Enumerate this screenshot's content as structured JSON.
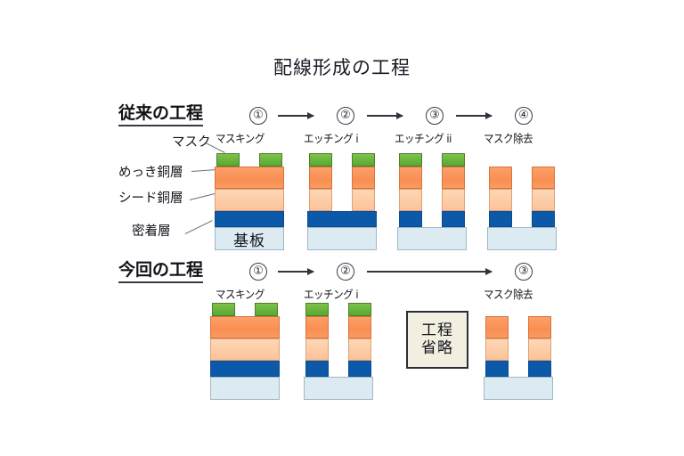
{
  "title": "配線形成の工程",
  "layer_labels": [
    {
      "name": "mask-label",
      "text": "マスク"
    },
    {
      "name": "plated-copper-label",
      "text": "めっき銅層"
    },
    {
      "name": "seed-copper-label",
      "text": "シード銅層"
    },
    {
      "name": "adhesion-label",
      "text": "密着層"
    }
  ],
  "substrate_label": "基板",
  "omit_box": {
    "line1": "工程",
    "line2": "省略"
  },
  "rows": [
    {
      "heading": "従来の工程",
      "steps": [
        {
          "number": "①",
          "caption": "マスキング"
        },
        {
          "number": "②",
          "caption": "エッチング i"
        },
        {
          "number": "③",
          "caption": "エッチング ii"
        },
        {
          "number": "④",
          "caption": "マスク除去"
        }
      ]
    },
    {
      "heading": "今回の工程",
      "steps": [
        {
          "number": "①",
          "caption": "マスキング"
        },
        {
          "number": "②",
          "caption": "エッチング i"
        },
        {
          "number": "③",
          "caption": "マスク除去"
        }
      ]
    }
  ],
  "colors": {
    "mask": "#6fb73e",
    "plated_copper": "#f98f52",
    "seed_copper": "#fcc99f",
    "adhesion": "#0b59a8",
    "substrate": "#dceaf2",
    "omit_box_bg": "#f2efe1",
    "text": "#12121a"
  },
  "diagram": {
    "trench_note": "green mask pads remain on top until removal step",
    "stack_sequence_row1": [
      "full blanket stack with two mask pads",
      "copper layers etched (etching i), adhesion layer intact",
      "adhesion layer etched (etching ii) down to substrate",
      "mask removed, copper + adhesion pillars remain"
    ],
    "stack_sequence_row2": [
      "full blanket stack with two mask pads",
      "all metal layers etched in one step down to substrate",
      "mask removed, copper + adhesion pillars remain"
    ]
  }
}
